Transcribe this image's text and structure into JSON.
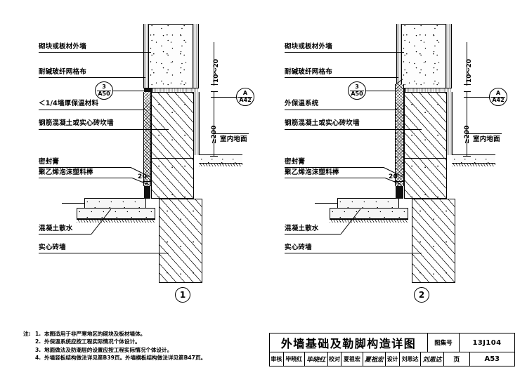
{
  "sheet": {
    "atlas_label": "图集号",
    "atlas_number": "13J104",
    "page_label": "页",
    "page_number": "A53",
    "title": "外墙基础及勒脚构造详图"
  },
  "title_block": {
    "review_label": "审核",
    "review_name": "毕晓红",
    "review_sign": "毕晓红",
    "check_label": "校对",
    "check_name": "夏祖宏",
    "check_sign": "夏祖宏",
    "design_label": "设计",
    "design_name": "刘恩达",
    "design_sign": "刘恩达"
  },
  "notes": {
    "prefix": "注:",
    "items": [
      {
        "index": "1.",
        "text": "本图适用于非严寒地区的砌块及板材墙体。"
      },
      {
        "index": "2.",
        "text": "外保温系统应按工程实际情况个体设计。"
      },
      {
        "index": "3.",
        "text": "地面做法及防潮层的设置应按工程实际情况个体设计。"
      },
      {
        "index": "4.",
        "text": "外墙竖板结构做法详见第B39页。外墙横板结构做法详见第B47页。"
      }
    ]
  },
  "detail_1": {
    "number": "1",
    "labels": {
      "block_wall": "砌块或板材外墙",
      "mesh": "耐碱玻纤网格布",
      "insulation": "＜1/4墙厚保温材料",
      "plinth_wall": "钢筋混凝土或实心砖坎墙",
      "sealant": "密封膏",
      "foam_rod": "聚乙烯泡沫塑料棒",
      "apron": "混凝土散水",
      "brick_wall": "实心砖墙",
      "indoor_floor": "室内地面"
    },
    "dims": {
      "gap": "10～20",
      "height": "≥200",
      "joint": "20"
    },
    "bubbles": [
      {
        "top": "3",
        "bottom": "A50"
      },
      {
        "top": "A",
        "bottom": "A42"
      }
    ]
  },
  "detail_2": {
    "number": "2",
    "labels": {
      "block_wall": "砌块或板材外墙",
      "mesh": "耐碱玻纤网格布",
      "insulation": "外保温系统",
      "plinth_wall": "钢筋混凝土或实心砖坎墙",
      "sealant": "密封膏",
      "foam_rod": "聚乙烯泡沫塑料棒",
      "apron": "混凝土散水",
      "brick_wall": "实心砖墙",
      "indoor_floor": "室内地面"
    },
    "dims": {
      "gap": "10～20",
      "height": "≥200",
      "joint": "20"
    },
    "bubbles": [
      {
        "top": "3",
        "bottom": "A50"
      },
      {
        "top": "A",
        "bottom": "A42"
      }
    ]
  }
}
